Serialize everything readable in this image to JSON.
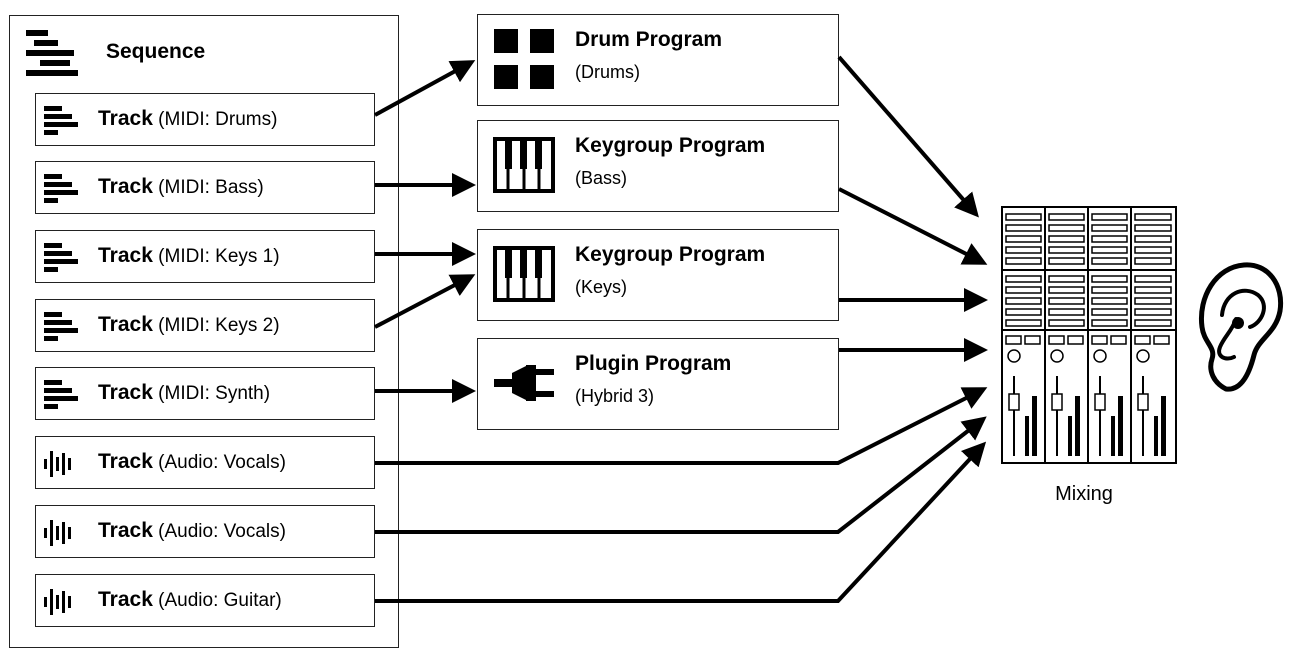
{
  "sequence": {
    "title": "Sequence",
    "icon": "sequence-icon"
  },
  "tracks": [
    {
      "name": "Track",
      "detail": "(MIDI: Drums)",
      "icon": "midi-track-icon"
    },
    {
      "name": "Track",
      "detail": "(MIDI: Bass)",
      "icon": "midi-track-icon"
    },
    {
      "name": "Track",
      "detail": "(MIDI: Keys 1)",
      "icon": "midi-track-icon"
    },
    {
      "name": "Track",
      "detail": "(MIDI: Keys 2)",
      "icon": "midi-track-icon"
    },
    {
      "name": "Track",
      "detail": "(MIDI: Synth)",
      "icon": "midi-track-icon"
    },
    {
      "name": "Track",
      "detail": "(Audio: Vocals)",
      "icon": "audio-track-icon"
    },
    {
      "name": "Track",
      "detail": "(Audio: Vocals)",
      "icon": "audio-track-icon"
    },
    {
      "name": "Track",
      "detail": "(Audio: Guitar)",
      "icon": "audio-track-icon"
    }
  ],
  "programs": [
    {
      "name": "Drum Program",
      "detail": "(Drums)",
      "icon": "drum-pads-icon"
    },
    {
      "name": "Keygroup Program",
      "detail": "(Bass)",
      "icon": "piano-keys-icon"
    },
    {
      "name": "Keygroup Program",
      "detail": "(Keys)",
      "icon": "piano-keys-icon"
    },
    {
      "name": "Plugin Program",
      "detail": "(Hybrid 3)",
      "icon": "plug-icon"
    }
  ],
  "mixing": {
    "label": "Mixing",
    "icon": "mixer-icon"
  },
  "output": {
    "icon": "ear-icon"
  },
  "connections": [
    {
      "from": "(MIDI: Drums)",
      "to": "Drum Program"
    },
    {
      "from": "(MIDI: Bass)",
      "to": "Keygroup Program (Bass)"
    },
    {
      "from": "(MIDI: Keys 1)",
      "to": "Keygroup Program (Keys)"
    },
    {
      "from": "(MIDI: Keys 2)",
      "to": "Keygroup Program (Keys)"
    },
    {
      "from": "(MIDI: Synth)",
      "to": "Plugin Program"
    },
    {
      "from": "Programs",
      "to": "Mixing"
    },
    {
      "from": "Audio tracks",
      "to": "Mixing"
    }
  ]
}
